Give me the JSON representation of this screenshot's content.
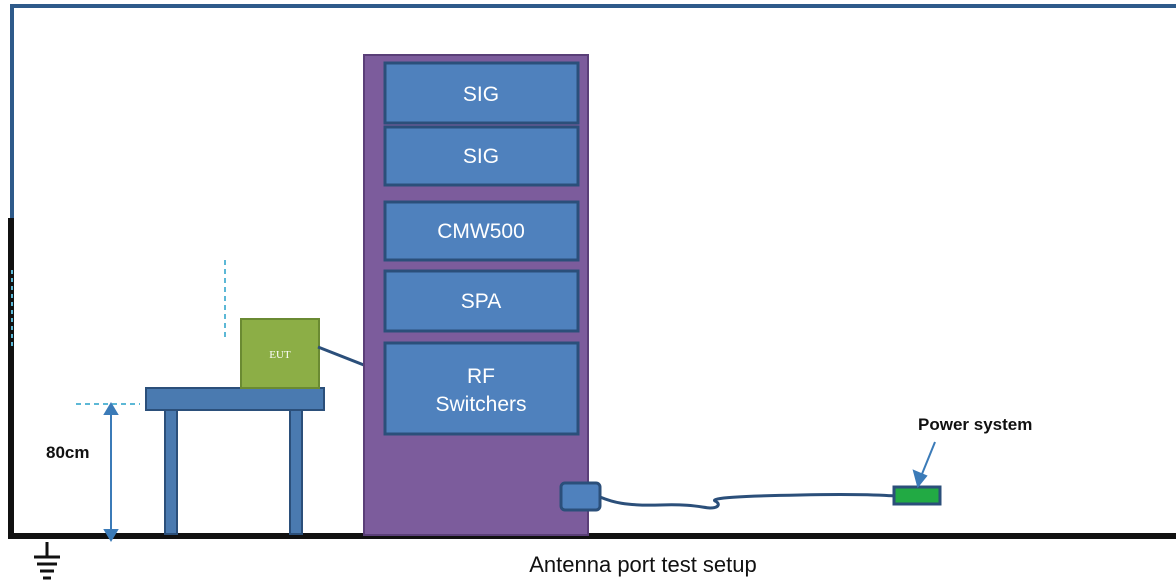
{
  "rack": {
    "units": [
      {
        "label": "SIG"
      },
      {
        "label": "SIG"
      },
      {
        "label": "CMW500"
      },
      {
        "label": "SPA"
      },
      {
        "label_line1": "RF",
        "label_line2": "Switchers"
      }
    ]
  },
  "eut": {
    "label": "EUT"
  },
  "table_height": {
    "label": "80cm"
  },
  "power": {
    "label": "Power system"
  },
  "caption": "Antenna port test setup",
  "colors": {
    "chamber_outline": "#2e5a8a",
    "rack_fill": "#7c5c9c",
    "unit_fill": "#4f81bd",
    "unit_border": "#2b4f7a",
    "eut_fill": "#8cae46",
    "table_fill": "#4a7ab0",
    "power_fill": "#22aa44"
  }
}
